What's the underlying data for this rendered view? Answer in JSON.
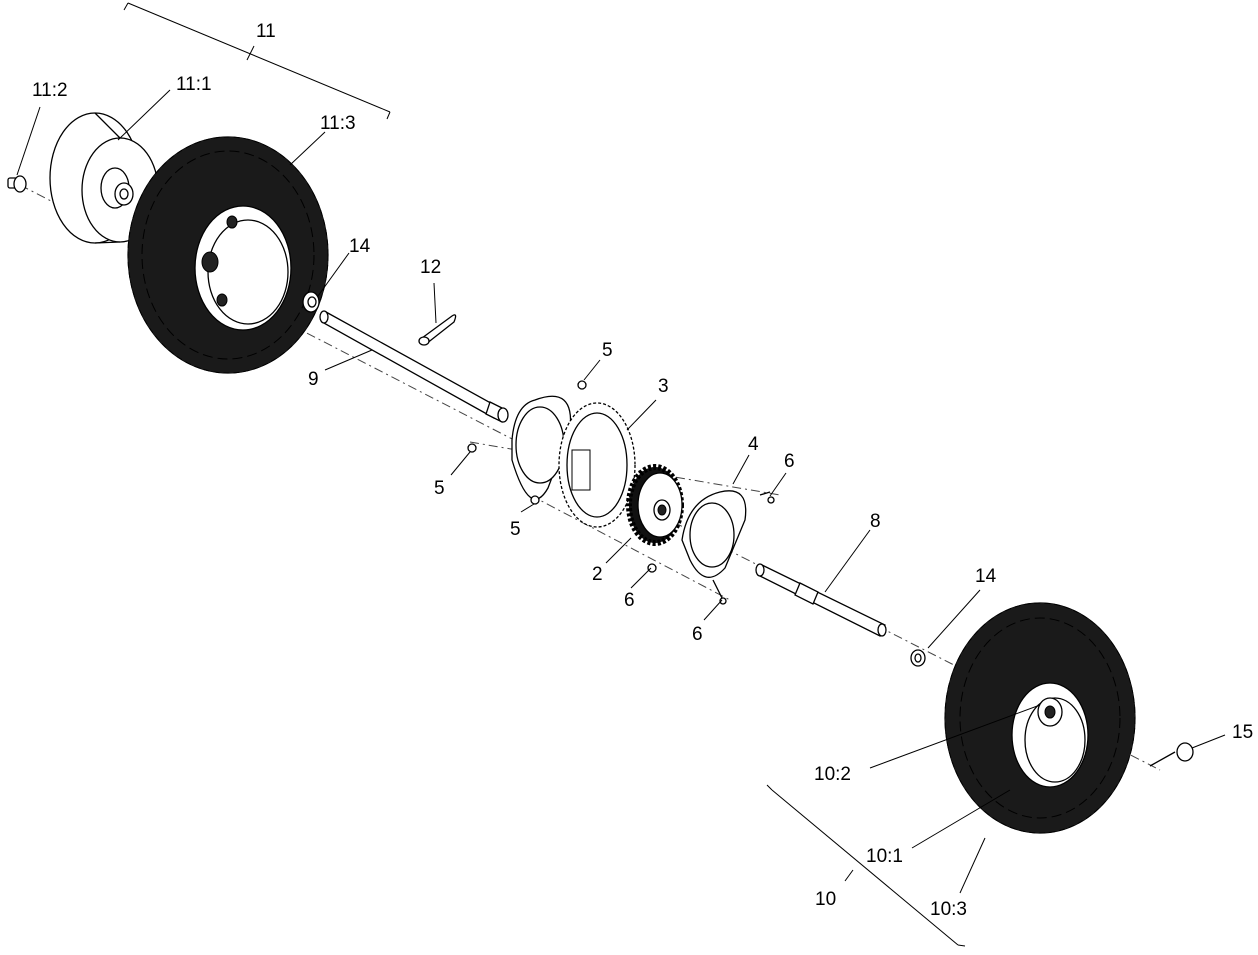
{
  "callouts": {
    "c11": "11",
    "c11_1": "11:1",
    "c11_2": "11:2",
    "c11_3": "11:3",
    "c14a": "14",
    "c12": "12",
    "c9": "9",
    "c5a": "5",
    "c5b": "5",
    "c5c": "5",
    "c3": "3",
    "c4": "4",
    "c6a": "6",
    "c6b": "6",
    "c6c": "6",
    "c2": "2",
    "c8": "8",
    "c14b": "14",
    "c15": "15",
    "c10_2": "10:2",
    "c10_1": "10:1",
    "c10": "10",
    "c10_3": "10:3"
  },
  "parts": [
    "left-tire-assembly",
    "left-rim",
    "left-valve-stem",
    "left-tire",
    "washer-left",
    "hairpin-clip",
    "axle-left",
    "mounting-plate-left",
    "ring-gear",
    "drive-gear",
    "mounting-plate-right",
    "axle-right",
    "washer-right",
    "right-tire-assembly",
    "right-rim",
    "right-valve-stem",
    "right-tire",
    "hairpin-pin",
    "hex-nuts",
    "bolts"
  ]
}
